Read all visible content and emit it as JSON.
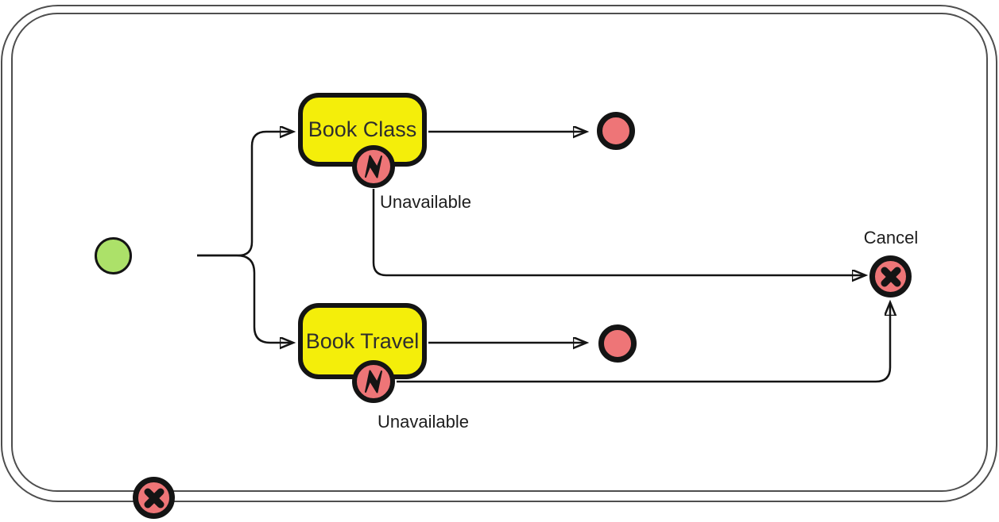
{
  "diagram_type": "bpmn-process",
  "process": {
    "start_event": {
      "icon": "start-circle-icon",
      "color": "#ACE169"
    },
    "tasks": [
      {
        "label": "Book Class"
      },
      {
        "label": "Book Travel"
      }
    ],
    "boundary_events": [
      {
        "label": "Unavailable",
        "icon": "error-lightning-icon"
      },
      {
        "label": "Unavailable",
        "icon": "error-lightning-icon"
      }
    ],
    "end_events": [
      {
        "label": "",
        "icon": "end-circle-icon"
      },
      {
        "label": "",
        "icon": "end-circle-icon"
      },
      {
        "label": "Cancel",
        "icon": "cancel-x-icon"
      }
    ],
    "pool_boundary_event": {
      "icon": "cancel-x-icon"
    }
  },
  "colors": {
    "task_fill": "#F4EE0A",
    "event_fill": "#EE7577",
    "start_fill": "#ACE169",
    "line": "#141414",
    "pool_border": "#4E4E4E",
    "text": "#2E2E2E"
  }
}
